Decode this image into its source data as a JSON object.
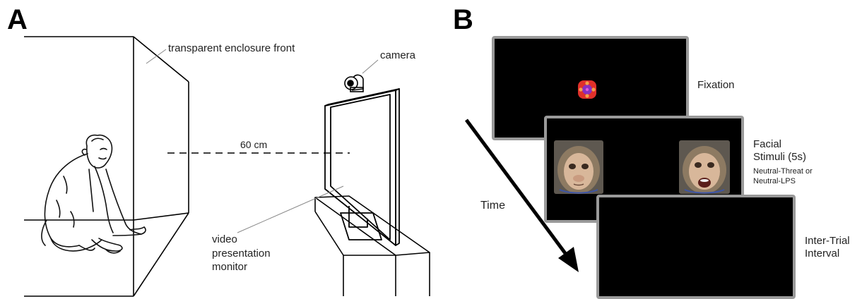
{
  "panelA": {
    "letter": "A",
    "labels": {
      "enclosure": "transparent enclosure front",
      "camera": "camera",
      "distance": "60 cm",
      "monitor": "video\npresentation\nmonitor"
    }
  },
  "panelB": {
    "letter": "B",
    "time_label": "Time",
    "screens": [
      {
        "label": "Fixation"
      },
      {
        "label": "Facial\nStimuli (5s)",
        "sublabel": "Neutral-Threat or\nNeutral-LPS"
      },
      {
        "label": "Inter-Trial\nInterval"
      }
    ]
  },
  "colors": {
    "screen_bg": "#000000",
    "screen_border": "#9a9a9a",
    "fixation_outer": "#e0302a",
    "fixation_inner": "#8a2fbf"
  }
}
